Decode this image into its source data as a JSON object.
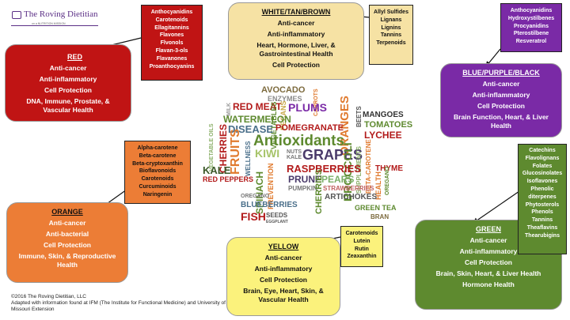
{
  "logo": {
    "title": "The Roving Dietitian",
    "subtitle": "on a NUTRITION MISSION"
  },
  "boxes": {
    "red": {
      "title": "RED",
      "color": "#c01414",
      "benefits": [
        "Anti-cancer",
        "Anti-inflammatory",
        "Cell Protection",
        "DNA, Immune, Prostate, & Vascular Health"
      ],
      "nutrients": [
        "Anthocyanidins",
        "Carotenoids",
        "Ellagitannins",
        "Flavones",
        "Flvonols",
        "Flavan-3-ols",
        "Flavanones",
        "Proanthocyanins"
      ]
    },
    "white": {
      "title": "WHITE/TAN/BROWN",
      "color": "#f6e2a4",
      "benefits": [
        "Anti-cancer",
        "Anti-inflammatory",
        "Heart, Hormone, Liver, & Gastrointestinal Health",
        "Cell Protection"
      ],
      "nutrients": [
        "Allyl Sulfides",
        "Lignans",
        "Lignins",
        "Tannins",
        "Terpenoids"
      ]
    },
    "blue": {
      "title": "BLUE/PURPLE/BLACK",
      "color": "#7a2aa6",
      "benefits": [
        "Anti-cancer",
        "Anti-inflammatory",
        "Cell Protection",
        "Brain Function, Heart, & Liver Health"
      ],
      "nutrients": [
        "Anthocyanidins",
        "Hydroxystilbenes",
        "Procyanidins",
        "Pterostilbene",
        "Resveratrol"
      ]
    },
    "orange": {
      "title": "ORANGE",
      "color": "#ec7d36",
      "benefits": [
        "Anti-cancer",
        "Anti-bacterial",
        "Cell Protection",
        "Immune, Skin, & Reproductive Health"
      ],
      "nutrients": [
        "Alpha-carotene",
        "Beta-carotene",
        "Beta-cryptoxanthin",
        "Bioflavonoids",
        "Carotenoids",
        "Curcuminoids",
        "Naringenin"
      ]
    },
    "yellow": {
      "title": "YELLOW",
      "color": "#fbf27c",
      "benefits": [
        "Anti-cancer",
        "Anti-inflammatory",
        "Cell Protection",
        "Brain, Eye, Heart, Skin, & Vascular Health"
      ],
      "nutrients": [
        "Carotenoids",
        "Lutein",
        "Rutin",
        "Zeaxanthin"
      ]
    },
    "green": {
      "title": "GREEN",
      "color": "#5e8a2f",
      "benefits": [
        "Anti-cancer",
        "Anti-inflammatory",
        "Cell Protection",
        "Brain, Skin, Heart, & Liver Health",
        "Hormone Health"
      ],
      "nutrients": [
        "Catechins",
        "Flavolignans",
        "Folates",
        "Glucosinolates",
        "Isoflavones",
        "Phenolic diterpenes",
        "Phytosterols",
        "Phenols",
        "Tannins",
        "Theaflavins",
        "Thearubigins"
      ]
    }
  },
  "cloud": {
    "w1": "AVOCADO",
    "w2": "ENZYMES",
    "w3": "CARROTS",
    "w4": "MILK",
    "w5": "RED MEAT",
    "w6": "PECANS",
    "w7": "PLUMS",
    "w8": "BEETS",
    "w9": "WATERMELON",
    "w10": "VEGETABLES",
    "w11": "ORANGES",
    "w12": "MANGOES",
    "w13": "DISEASE",
    "w14": "POMEGRANATE",
    "w15": "TOMATOES",
    "w16": "VEGETABLE OILS",
    "w17": "CHERRIES",
    "w18": "Antioxidants",
    "w19": "LYCHEE",
    "w20": "FRUITS",
    "w21": "KIWI",
    "w22": "NUTS",
    "w23": "KALE",
    "w24": "GRAPES",
    "w25": "SUPPLEMENTS",
    "w26": "WELLNESS",
    "w27": "BETA-CAROTENE",
    "w28": "BROCCOLI",
    "w29": "KALE",
    "w30": "RASPBERRIES",
    "w31": "THYME",
    "w32": "RED PEPPERS",
    "w33": "SPINACH",
    "w34": "PREVENTION",
    "w35": "PRUNE",
    "w36": "PEARS",
    "w37": "HEALTH",
    "w38": "OREGANO",
    "w39": "PUMPKIN",
    "w40": "STRAWBERRIES",
    "w41": "OREGANO",
    "w42": "CHERRIES",
    "w43": "ARTICHOKES",
    "w44": "BLUEBERRIES",
    "w45": "GREEN TEA",
    "w46": "FISH",
    "w47": "SEEDS",
    "w48": "BRAN",
    "w49": "EGGPLANT"
  },
  "footer": {
    "line1": "©2016 The Roving Dietitian, LLC",
    "line2": "Adapted with information found at IFM (The Institute for Functional Medicine) and University of Missouri Extension"
  }
}
